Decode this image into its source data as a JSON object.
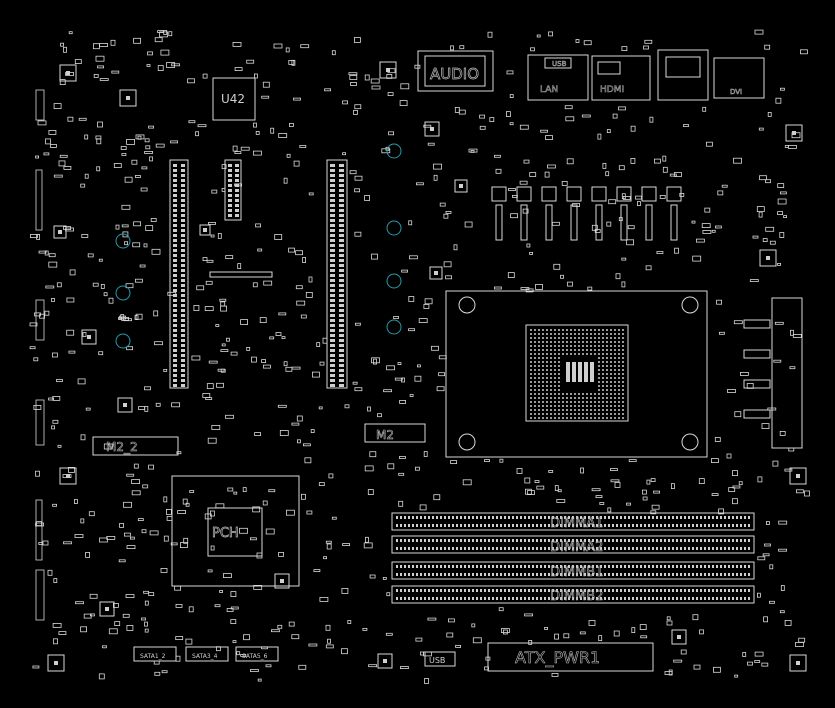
{
  "title": "",
  "colors": {
    "background": "#000000",
    "outline": "#d9d9d9",
    "pad": "#cfcfcf",
    "label": "#cfcfcf",
    "via": "#2a9aa8",
    "cpu_grid": "#9a9a9a"
  },
  "labels": {
    "audio": "AUDIO",
    "u42": "U42",
    "m2_2": "M2_2",
    "m2": "M2",
    "pch": "PCH",
    "dimm_a1": "DIMMA1",
    "dimm_a2": "DIMMA2",
    "dimm_b1": "DIMMB1",
    "dimm_b2": "DIMMB2",
    "sata1": "SATA1_2",
    "sata2": "SATA3_4",
    "sata3": "SATA5_6",
    "atx_pwr": "ATX_PWR1",
    "usb": "USB",
    "lan": "LAN",
    "usb_port": "USB",
    "hdmi": "HDMI",
    "dvi": "DVI"
  }
}
